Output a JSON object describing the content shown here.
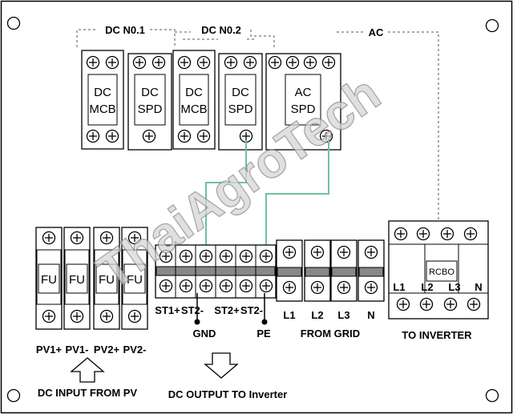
{
  "groups": {
    "dc1": "DC N0.1",
    "dc2": "DC N0.2",
    "ac": "AC"
  },
  "top_devices": {
    "mcb1": [
      "DC",
      "MCB"
    ],
    "spd1": [
      "DC",
      "SPD"
    ],
    "mcb2": [
      "DC",
      "MCB"
    ],
    "spd2": [
      "DC",
      "SPD"
    ],
    "acspd": [
      "AC",
      "SPD"
    ]
  },
  "fuse_label": "FU",
  "pv_labels": [
    "PV1+",
    "PV1-",
    "PV2+",
    "PV2-"
  ],
  "st_labels": [
    "ST1+",
    "ST2-",
    "ST2+",
    "ST2-"
  ],
  "gnd": "GND",
  "pe": "PE",
  "grid_labels": [
    "L1",
    "L2",
    "L3",
    "N"
  ],
  "from_grid": "FROM GRID",
  "rcbo": "RCBO",
  "rcbo_terms": [
    "L1",
    "L2",
    "L3",
    "N"
  ],
  "to_inverter": "TO INVERTER",
  "dc_input": "DC INPUT FROM PV",
  "dc_output": "DC OUTPUT TO Inverter",
  "watermark": "ThaiAgroTech",
  "colors": {
    "wire_green": "#6cc49a",
    "dashed": "#555555",
    "watermark": "#d6d6d6"
  }
}
